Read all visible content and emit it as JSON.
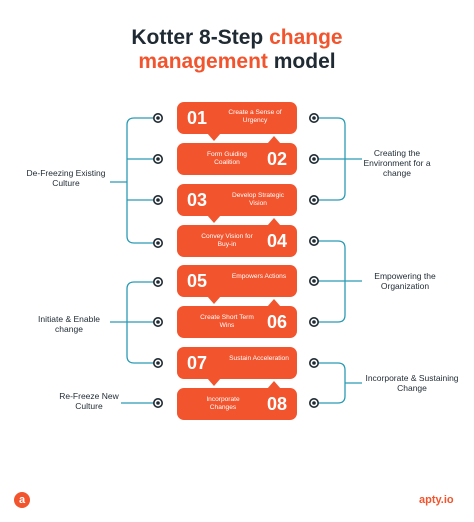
{
  "title": {
    "line1_dark": "Kotter 8-Step ",
    "line1_accent": "change",
    "line2_accent": "management",
    "line2_dark": " model"
  },
  "steps": [
    {
      "num": "01",
      "label": "Create a Sense of Urgency"
    },
    {
      "num": "02",
      "label": "Form Guiding Coalition"
    },
    {
      "num": "03",
      "label": "Develop Strategic Vision"
    },
    {
      "num": "04",
      "label": "Convey Vision for Buy-in"
    },
    {
      "num": "05",
      "label": "Empowers Actions"
    },
    {
      "num": "06",
      "label": "Create Short Term Wins"
    },
    {
      "num": "07",
      "label": "Sustain Acceleration"
    },
    {
      "num": "08",
      "label": "Incorporate Changes"
    }
  ],
  "left_groups": {
    "defreezing": "De-Freezing Existing Culture",
    "initiate": "Initiate & Enable change",
    "refreeze": "Re-Freeze New Culture"
  },
  "right_groups": {
    "creating": "Creating the Environment for a change",
    "empowering": "Empowering the Organization",
    "incorporate": "Incorporate & Sustaining Change"
  },
  "footer": {
    "logo_letter": "a",
    "brand": "apty.io"
  },
  "colors": {
    "accent": "#f2542d",
    "dark": "#1f2a33",
    "line": "#2a9bb5"
  }
}
